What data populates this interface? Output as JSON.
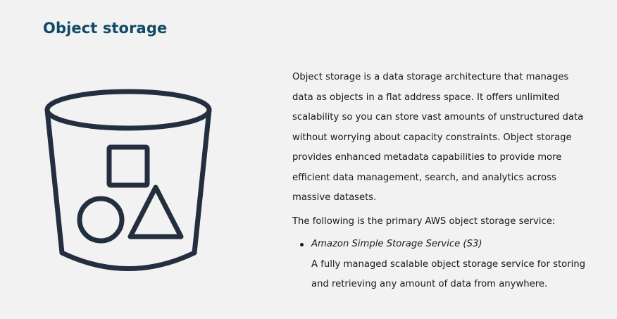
{
  "page": {
    "title": "Object storage"
  },
  "content": {
    "intro": "Object storage is a data storage architecture that manages data as objects in a flat address space. It offers unlimited scalability so you can store vast amounts of unstructured data without worrying about capacity constraints. Object storage provides enhanced metadata capabilities to provide more efficient data management, search, and analytics across massive datasets.",
    "service_intro": "The following is the primary AWS object storage service:",
    "services": [
      {
        "name": "Amazon Simple Storage Service (S3)",
        "description": "A fully managed scalable object storage service for storing and retrieving any amount of data from anywhere."
      }
    ]
  },
  "illustration": {
    "icon": "bucket-with-shapes-icon",
    "stroke_color": "#232f3e"
  },
  "colors": {
    "title": "#0f4a66",
    "background": "#f2f2f2",
    "text": "#16191f"
  }
}
